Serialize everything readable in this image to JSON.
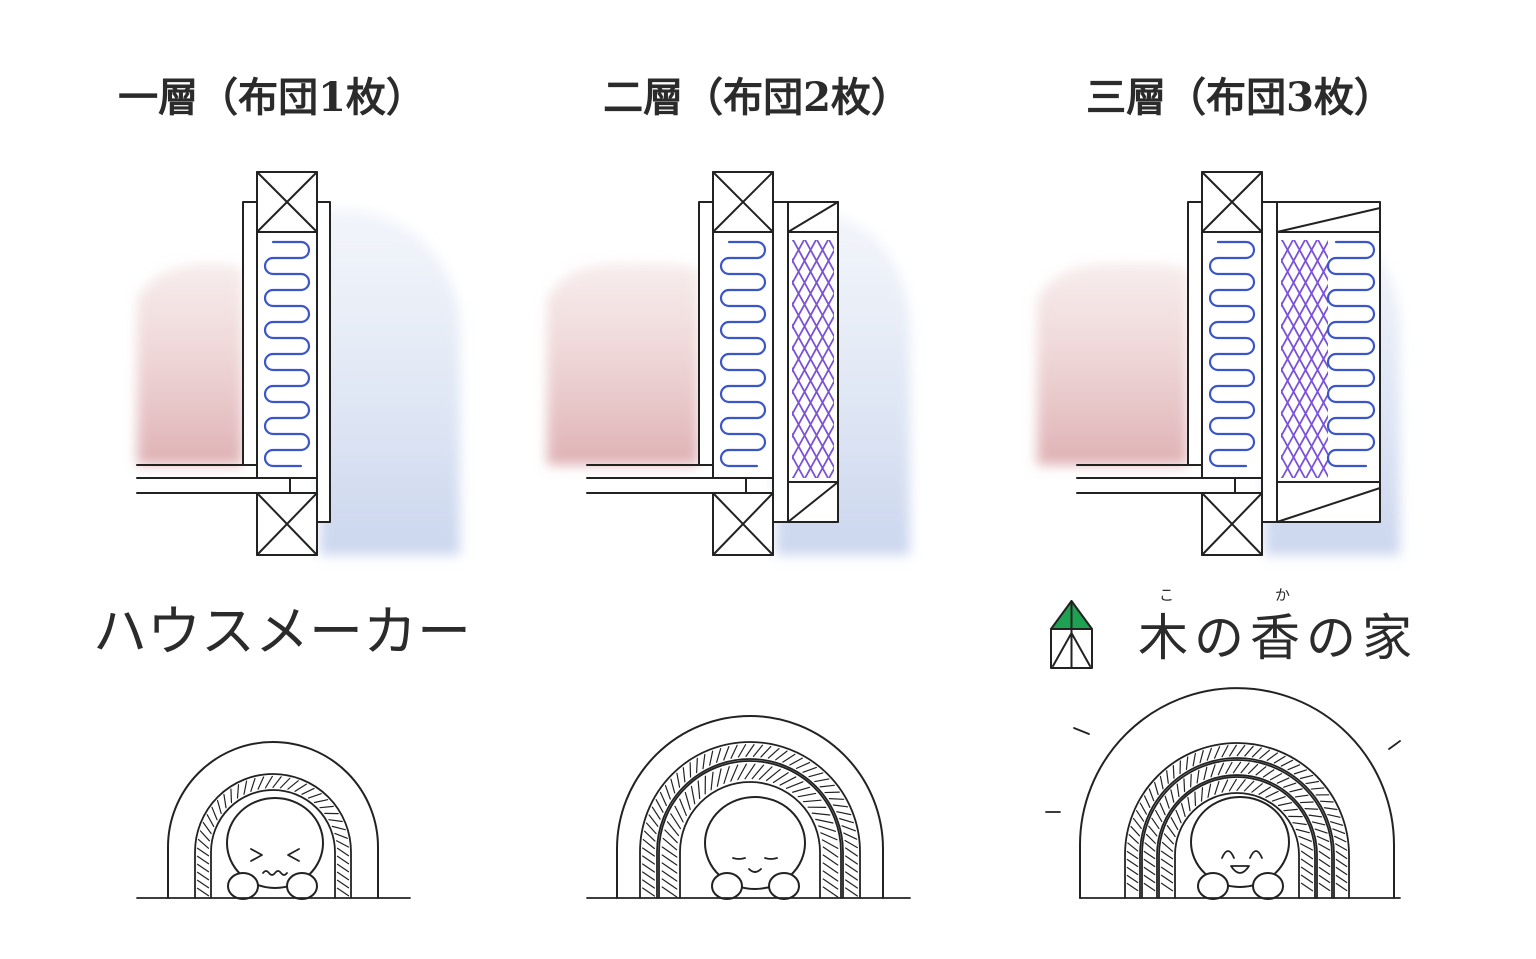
{
  "columns": [
    {
      "title": "一層（布団1枚）",
      "layers": 1
    },
    {
      "title": "二層（布団2枚）",
      "layers": 2
    },
    {
      "title": "三層（布団3枚）",
      "layers": 3
    }
  ],
  "maker_label": "ハウスメーカー",
  "logo": {
    "text": "木の香の家",
    "ruby": [
      "こ",
      "か"
    ],
    "icon": "house-logo-icon"
  },
  "colors": {
    "pink_top": "#f1dcdc",
    "pink_bottom": "#dfb1b4",
    "blue_top": "#e9eef7",
    "blue_bottom": "#cbd6ee",
    "coil": "#3a56c8",
    "lattice": "#7a52d8",
    "logo_green": "#1fa152",
    "line": "#222222"
  }
}
